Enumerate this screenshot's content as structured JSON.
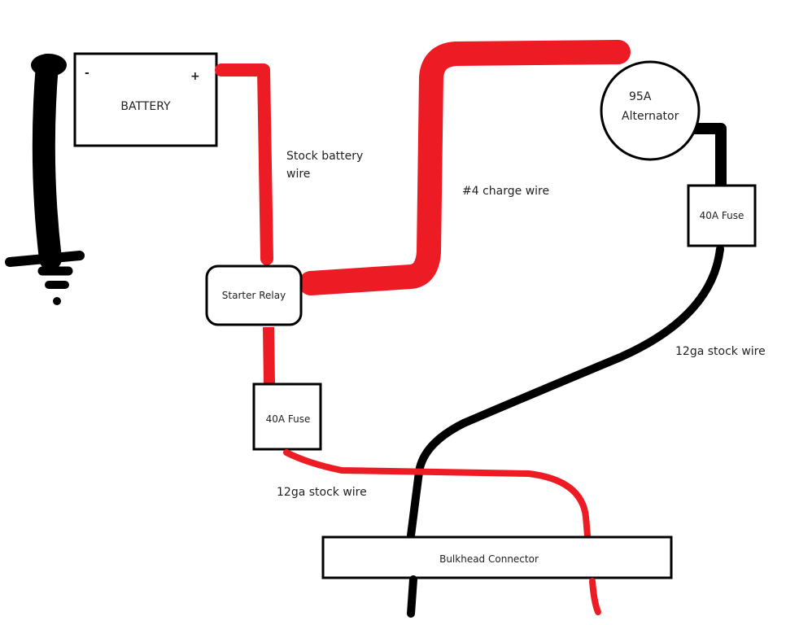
{
  "colors": {
    "power_wire": "#ed1c24",
    "ground_wire": "#000000",
    "outline": "#000000"
  },
  "battery": {
    "label": "BATTERY",
    "negative": "-",
    "positive": "+"
  },
  "starter_relay": {
    "label": "Starter Relay"
  },
  "alternator": {
    "line1": "95A",
    "line2": "Alternator"
  },
  "fuse_left": {
    "label": "40A Fuse"
  },
  "fuse_right": {
    "label": "40A Fuse"
  },
  "bulkhead": {
    "label": "Bulkhead Connector"
  },
  "wire_labels": {
    "stock_battery_line1": "Stock battery",
    "stock_battery_line2": "wire",
    "charge": "#4 charge wire",
    "stock_right": "12ga stock wire",
    "stock_left": "12ga stock wire"
  }
}
